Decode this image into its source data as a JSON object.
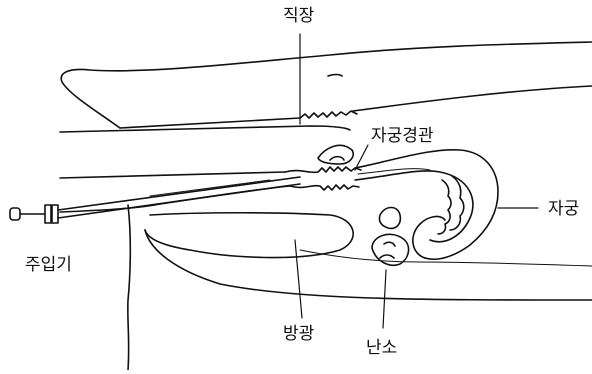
{
  "labels": {
    "rectum": "직장",
    "cervix": "자궁경관",
    "uterus": "자궁",
    "syringe": "주입기",
    "bladder": "방광",
    "ovary": "난소"
  },
  "colors": {
    "ink": "#111111",
    "background": "#ffffff"
  }
}
